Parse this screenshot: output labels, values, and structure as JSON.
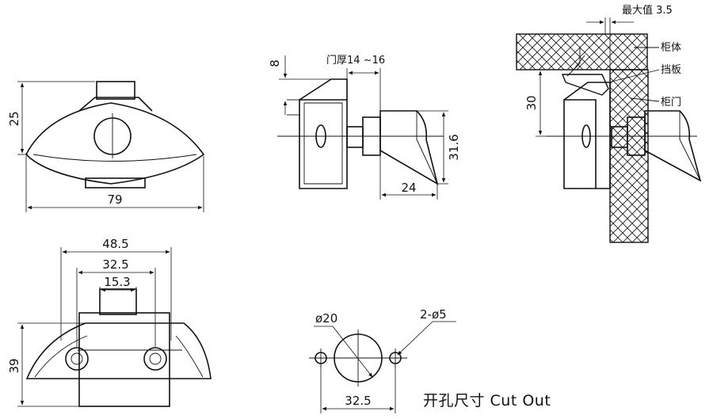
{
  "views": {
    "front": {
      "height_label": "25",
      "width_label": "79"
    },
    "side": {
      "offset_label": "8",
      "door_thickness_label": "门厚14 ~16",
      "height_label": "31.6",
      "length_label": "24"
    },
    "installed": {
      "max_label": "最大值 3.5",
      "cabinet_label": "柜体",
      "baffle_label": "挡板",
      "door_label": "柜门",
      "height_label": "30"
    },
    "back": {
      "w1_label": "48.5",
      "w2_label": "32.5",
      "w3_label": "15.3",
      "height_label": "39"
    },
    "cutout": {
      "center_hole_label": "ø20",
      "side_holes_label": "2-ø5",
      "spacing_label": "32.5",
      "caption": "开孔尺寸 Cut Out"
    }
  }
}
